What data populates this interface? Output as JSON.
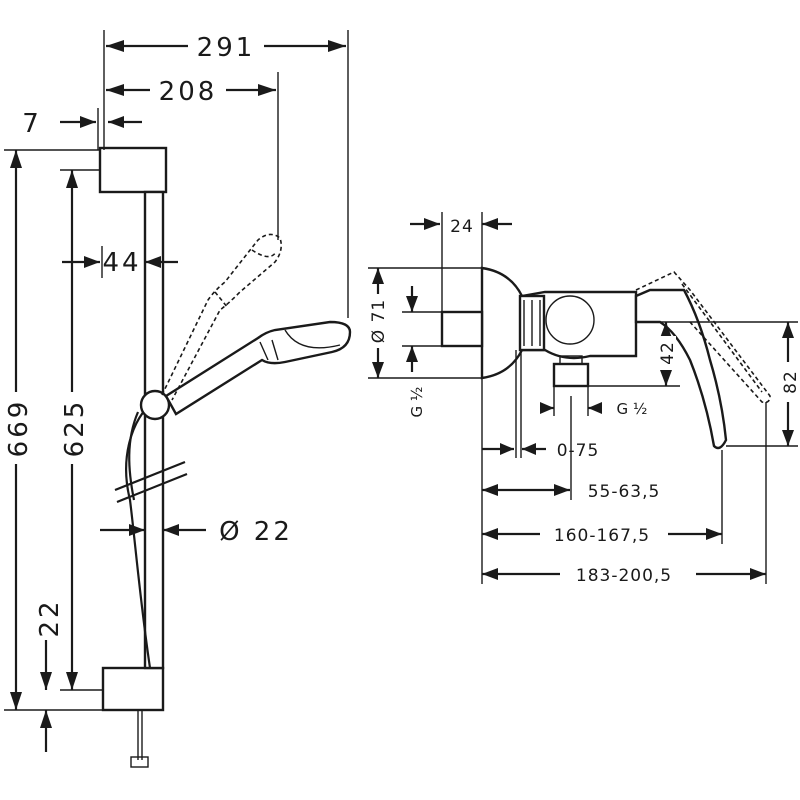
{
  "shower_rail": {
    "dimensions": {
      "overall_width": "291",
      "handshower_reach": "208",
      "wall_gap": "7",
      "rail_offset": "44",
      "total_height": "669",
      "bracket_spacing": "625",
      "bottom_offset": "22",
      "rail_diameter": "Ø 22"
    }
  },
  "mixer": {
    "dimensions": {
      "flange_depth": "24",
      "flange_diameter": "Ø 71",
      "inlet_thread": "G ½",
      "outlet_thread": "G ½",
      "outlet_drop": "42",
      "lever_height": "82",
      "adjust_range": "0-75",
      "outlet_distance": "55-63,5",
      "lever_length": "160-167,5",
      "overall_depth": "183-200,5"
    }
  }
}
